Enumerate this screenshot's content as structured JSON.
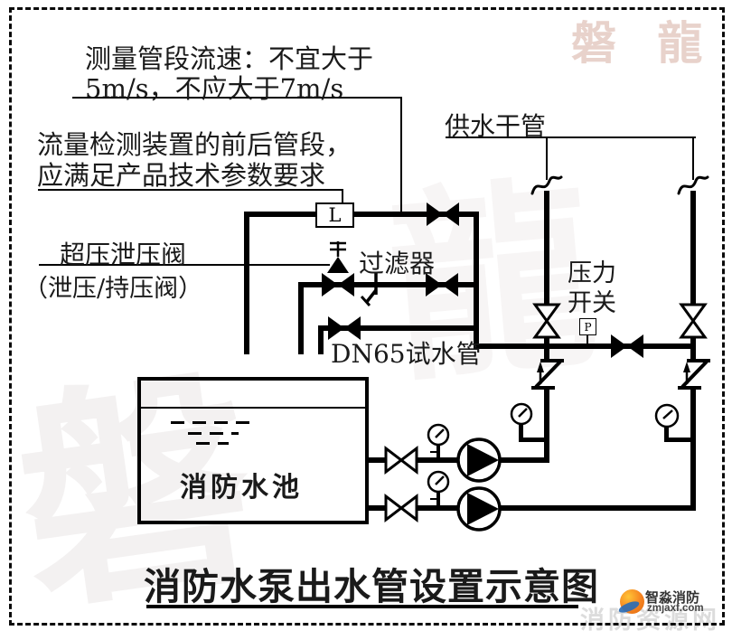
{
  "labels": {
    "velocity_note_l1": "测量管段流速：不宜大于",
    "velocity_note_l2": "5m/s，不应大于7m/s",
    "device_note_l1": "流量检测装置的前后管段，",
    "device_note_l2": "应满足产品技术参数要求",
    "supply_main": "供水干管",
    "overpressure_valve": "超压泄压阀",
    "overpressure_valve_alt": "（泄压/持压阀）",
    "filter": "过滤器",
    "pressure_switch_l1": "压力",
    "pressure_switch_l2": "开关",
    "test_pipe": "DN65试水管",
    "tank": "消防水池",
    "flow_meter_letter": "L",
    "pressure_switch_letter": "P",
    "title": "消防水泵出水管设置示意图"
  },
  "watermarks": {
    "top_right": "磐 龍",
    "big_left": "磐",
    "big_center": "龍",
    "bottom_right": "消防资源网"
  },
  "logo": {
    "name": "智淼消防",
    "site": "zmjaxf.com"
  },
  "colors": {
    "line": "#000000",
    "background": "#ffffff",
    "watermark_pink": "#e8d2cb",
    "watermark_gray": "rgba(90,60,50,0.07)",
    "logo_orange": "#f58220",
    "logo_blue": "#2b6cb5",
    "logo_text": "#333333"
  }
}
